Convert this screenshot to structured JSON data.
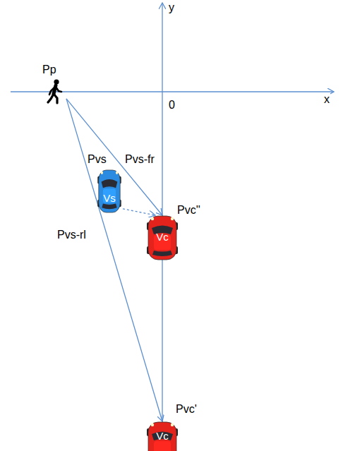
{
  "diagram": {
    "nodes": [
      {
        "text": [
          "Pp"
        ]
      },
      {
        "text": [
          "Vs"
        ]
      },
      {
        "text": [
          "Vc"
        ]
      },
      {
        "text": [
          "Vc"
        ]
      }
    ],
    "edges": [
      {
        "from": 0,
        "to": 2,
        "label": "Pvs-fr",
        "arrow": "to"
      },
      {
        "from": 0,
        "to": 3,
        "label": "Pvs-rl",
        "arrow": "to"
      },
      {
        "from": 1,
        "to": 2,
        "arrow": "to"
      }
    ],
    "labels": [
      "y",
      "x",
      "0",
      "Pvs",
      "Pvc''",
      "Pvc'"
    ]
  }
}
